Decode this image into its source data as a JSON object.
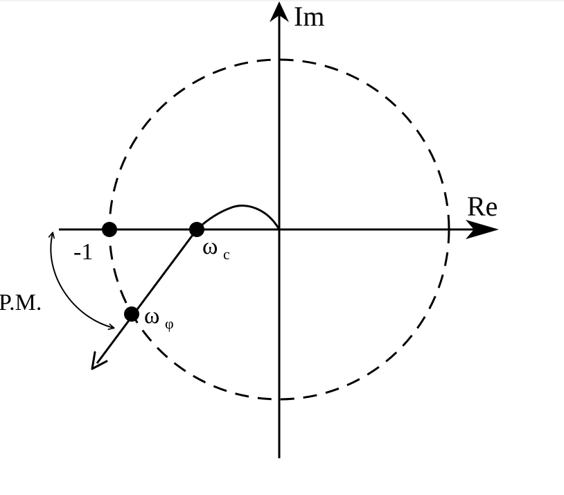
{
  "diagram": {
    "labels": {
      "im_axis": "Im",
      "re_axis": "Re",
      "minus_one": "-1",
      "omega_c_base": "ω",
      "omega_c_sub": "c",
      "omega_phi_base": "ω",
      "omega_phi_sub": "φ",
      "phase_margin": "P.M."
    },
    "colors": {
      "stroke": "#000000",
      "background": "#ffffff"
    }
  }
}
